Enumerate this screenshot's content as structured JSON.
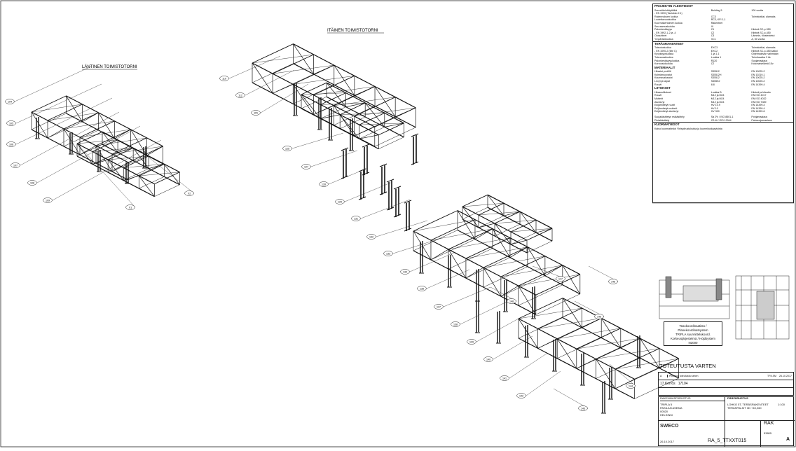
{
  "drawing": {
    "west_tower_title": "LÄNTINEN TOIMISTOTORNI",
    "east_tower_title": "ITÄINEN TOIMISTOTORNI",
    "callouts_west": [
      "104",
      "105",
      "106",
      "107",
      "108",
      "109",
      "X1",
      "X2"
    ],
    "callouts_east": [
      "110",
      "112",
      "115",
      "125",
      "127",
      "128",
      "129",
      "131",
      "132",
      "133",
      "134",
      "135",
      "137",
      "138",
      "139",
      "140",
      "141",
      "142",
      "143",
      "144",
      "145",
      "146",
      "147",
      "148"
    ]
  },
  "titleblock": {
    "s1": "PROJEKTIN YLEISTIEDOT",
    "rows1": [
      [
        "Suunnittelukäyttöikä",
        "Building 5",
        "100 vuotta"
      ],
      [
        "- EN 1990 (Taulukko 2.1)",
        "",
        ""
      ],
      [
        "Rakennuksen luokka",
        "CC3",
        "Toimistotilat, alamaks"
      ],
      [
        "Luotettavuusluokka",
        "RC3, KFI 1,1",
        ""
      ],
      [
        "Kuormakertoimen luokka",
        "Rakenteet",
        ""
      ],
      [
        "Seuraamusluokka",
        "III",
        ""
      ],
      [
        "Palonkestävyys",
        "C1",
        "Kiinteä SC-p-350"
      ],
      [
        "- EN 1992-1-2 ja -4",
        "C2",
        "Kiinteä SC-p-450"
      ],
      [
        "Olosuhteet",
        "C3",
        "Lämmin, tilosteutetut"
      ],
      [
        "Ympäristöluokka",
        "XC1",
        "A, 50 vuotta"
      ]
    ],
    "s2": "TERÄSRAKENTEET",
    "rows2": [
      [
        "Toteutusluokka",
        "EXC3",
        "Toimistotilat, alamaks"
      ],
      [
        "- EN 1090-2 (liite C)",
        "EXC2",
        "Kiinteä SC-p-450 kaikki"
      ],
      [
        "Kyvykkyysluokka",
        "1 ja 1.1",
        "Ohjelmaluvan vähintään"
      ],
      [
        "Toleranssiluokka",
        "Luokka 1",
        "Toimitusaika 3 kk"
      ],
      [
        "Palonkestävyysluokka",
        "R120",
        "Suojamaalaus"
      ],
      [
        "Korroosioluokka",
        "C2",
        "Kokonaiselämä 15v"
      ]
    ],
    "s3": "MATERIAALIT",
    "rows3": [
      [
        "Hitsatut profiilit",
        "S355J2",
        "EN 10025-2"
      ],
      [
        "Kylmämuovatut",
        "S355J2H",
        "EN 10219-1"
      ],
      [
        "Kuumavalssatut",
        "S355J2",
        "EN 10025-2"
      ],
      [
        "Levyt ja laipat",
        "S355K2",
        "EN 10025-2"
      ],
      [
        "Ruuvit",
        "8.8",
        "EN 14399-4"
      ]
    ],
    "s4": "LIITOKSET",
    "rows4": [
      [
        "Hitsausliitokset",
        "Luokka B",
        "Kiinteä ja hitsattu"
      ],
      [
        "Ruuvit",
        "M12 ja M24",
        "EN ISO 4017"
      ],
      [
        "Mutterit",
        "M12 ja M24",
        "EN ISO 4032"
      ],
      [
        "Aluslevyt",
        "M12 ja M24",
        "EN ISO 7089"
      ],
      [
        "Esijännitetyt ruuvit",
        "HV 10.9",
        "EN 14399-4"
      ],
      [
        "Esijännitetyt mutterit",
        "HV 10",
        "EN 14399-4"
      ],
      [
        "Esijännitetyt aluslevyt",
        "HV 300",
        "EN 14399-6"
      ]
    ],
    "rows5": [
      [
        "Suojakäsittelyn esikäsittely",
        "Sa 2½ / ISO 8501-1",
        "Pohjamaalaus"
      ],
      [
        "Pintakäsittely",
        "C2-M / ISO 12944",
        "Palosuojamaalaus"
      ]
    ],
    "s5": "KUORMATIEDOT",
    "kuorma_note": "Katso kuormatiedot Yleispiirustuksista ja kuormituskaavioista"
  },
  "stamp": {
    "line1": "Tasokoordinaatisto / Planekoordinatsystem",
    "line2": "TRIPLA suunnittelukoord.",
    "line3": "Korkeusjärjestelmä / Höjdsystem",
    "line4": "N2000"
  },
  "for_implementation": "TOTEUTUSTA VARTEN",
  "revision": {
    "letter": "A",
    "desc": "Piirustus toteutusta varten",
    "by": "TP/LSM",
    "date": "26.10.2017"
  },
  "project": {
    "floor": "17 Kerros",
    "code": "17104",
    "dept": "RAKENNUSPIIRUSTUS",
    "name1": "TRIPLA 5",
    "name2": "PASILAN ASEMA",
    "name3": "00520",
    "name4": "HELSINKI",
    "drawing_type": "PÄÄPIIRUSTUS",
    "drawing_title1": "LOHKO 5T, TERÄSRAKENTEET",
    "drawing_title2": "TERÄSPALKIT 3D +40,260",
    "scale": "1:100",
    "discipline": "RAK",
    "number": "53805",
    "drawing_id": "RA_5_TTXXT015",
    "sheet_rev": "A",
    "company": "SWECO",
    "date": "26.10.2017"
  }
}
